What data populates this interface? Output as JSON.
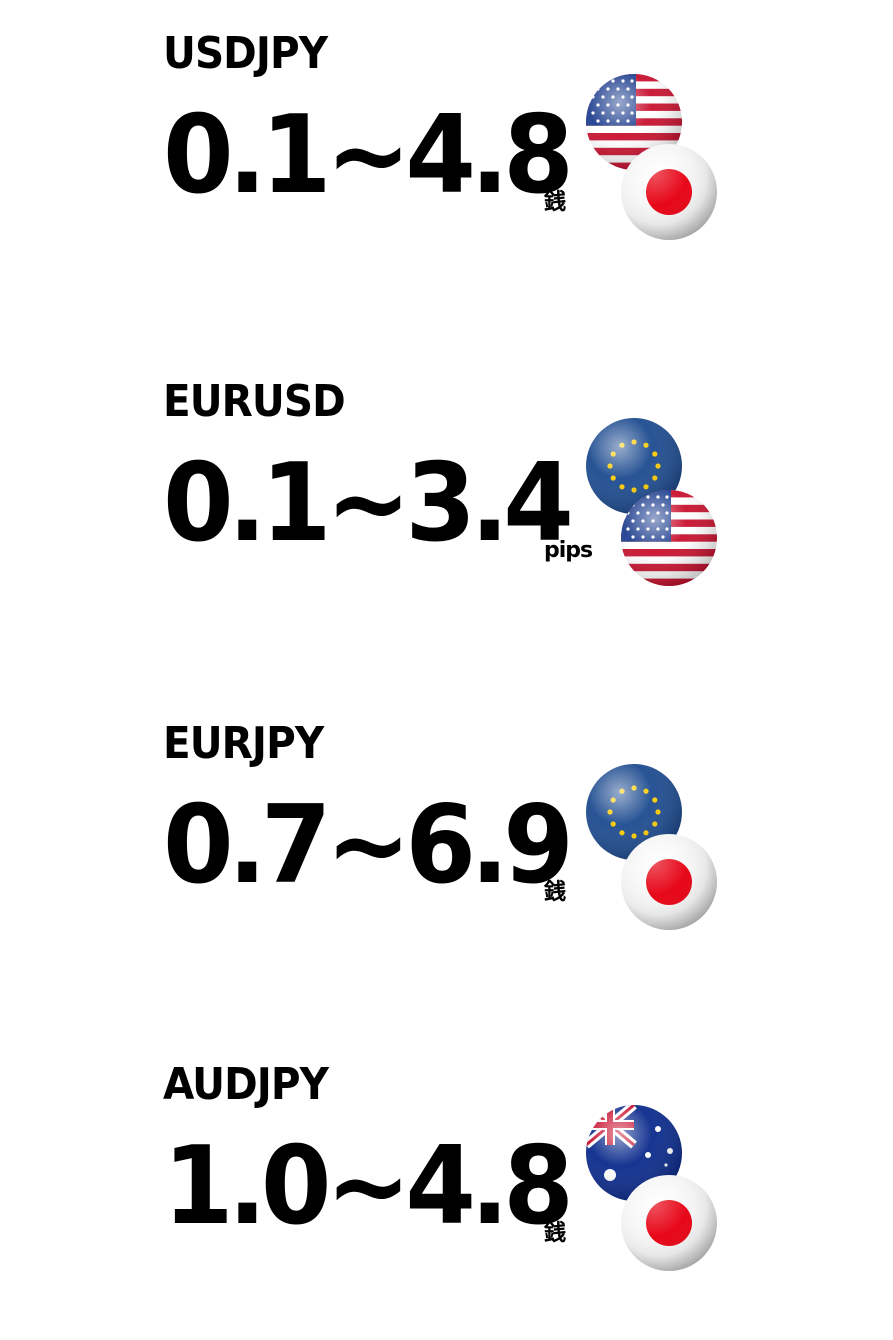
{
  "pairs": [
    {
      "name": "USDJPY",
      "spread": "0.1~4.8",
      "unit": "銭",
      "base_flag": "us-flag-icon",
      "quote_flag": "japan-flag-icon"
    },
    {
      "name": "EURUSD",
      "spread": "0.1~3.4",
      "unit": "pips",
      "base_flag": "eu-flag-icon",
      "quote_flag": "us-flag-icon"
    },
    {
      "name": "EURJPY",
      "spread": "0.7~6.9",
      "unit": "銭",
      "base_flag": "eu-flag-icon",
      "quote_flag": "japan-flag-icon"
    },
    {
      "name": "AUDJPY",
      "spread": "1.0~4.8",
      "unit": "銭",
      "base_flag": "australia-flag-icon",
      "quote_flag": "japan-flag-icon"
    }
  ],
  "colors": {
    "text": "#000000",
    "japan_red": "#e60012",
    "us_red": "#c8102e",
    "us_blue": "#1f3f8f",
    "eu_blue": "#1c4a8f",
    "eu_star": "#ffcc00",
    "au_blue": "#0a2a8c"
  }
}
